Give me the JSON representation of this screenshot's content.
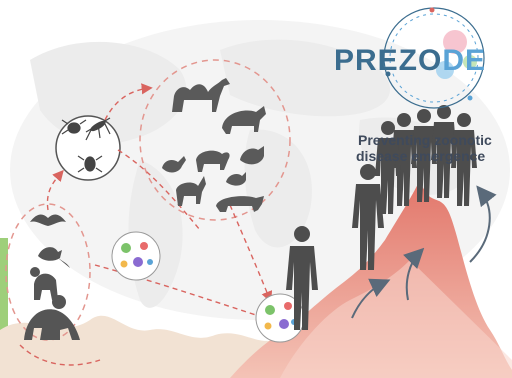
{
  "brand": {
    "logo_text_dark": "PREZO",
    "logo_text_light": "DE",
    "tagline_line1": "Preventing zoonotic",
    "tagline_line2": "disease emergence"
  },
  "icons": [
    "globe-map",
    "bat-icon",
    "rat-icon",
    "monkey-icon",
    "gorilla-icon",
    "camel-icon",
    "cow-icon",
    "duck-icon",
    "sheep-icon",
    "chicken-icon",
    "goat-icon",
    "hen-icon",
    "pig-icon",
    "tick-icon",
    "mosquito-icon",
    "virus-cells-icon",
    "human-silhouette"
  ],
  "colors": {
    "accent_red": "#c9302c",
    "wildlife_bg": "#f3e3d5",
    "human_peak": "#e8877a",
    "silhouette": "#555555",
    "brand_blue": "#3b6d8f"
  }
}
